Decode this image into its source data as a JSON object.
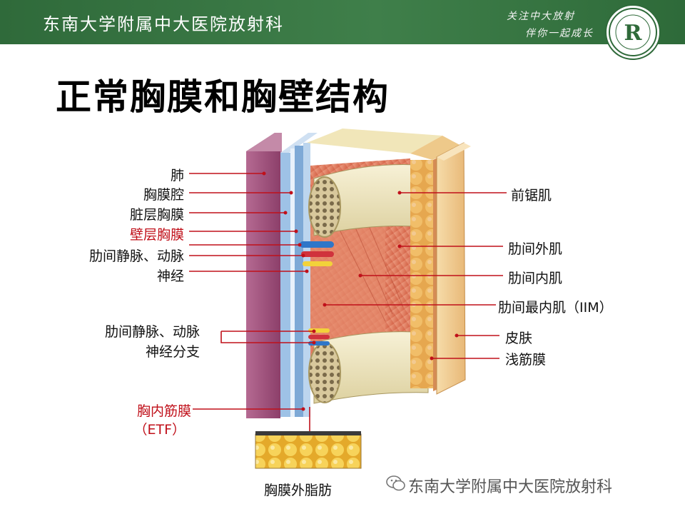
{
  "header": {
    "title": "东南大学附属中大医院放射科",
    "slogan_line1": "关注中大放射",
    "slogan_line2": "伴你一起成长",
    "logo_letter": "R"
  },
  "slide_title": "正常胸膜和胸壁结构",
  "labels_left": [
    {
      "text": "肺"
    },
    {
      "text": "胸膜腔"
    },
    {
      "text": "脏层胸膜"
    },
    {
      "text": "壁层胸膜"
    },
    {
      "text": "肋间静脉、动脉"
    },
    {
      "text": "神经"
    },
    {
      "text": "肋间静脉、动脉"
    },
    {
      "text": "神经分支"
    },
    {
      "text": "胸内筋膜"
    },
    {
      "text": "（ETF）"
    }
  ],
  "labels_right": [
    {
      "text": "前锯肌"
    },
    {
      "text": "肋间外肌"
    },
    {
      "text": "肋间内肌"
    },
    {
      "text": "肋间最内肌（IIM）"
    },
    {
      "text": "皮肤"
    },
    {
      "text": "浅筋膜"
    }
  ],
  "bottom_label": "胸膜外脂肪",
  "watermark": "东南大学附属中大医院放射科",
  "colors": {
    "header_green": "#3a7a45",
    "highlight_red": "#c0101a",
    "leader_line": "#c0101a",
    "lung": "#9c4a78",
    "pleura_blue": "#8fb5de",
    "rib_bone": "#efe6c0",
    "muscle": "#e07a5a",
    "fat_yellow": "#f2c03a",
    "skin": "#f3d29a"
  }
}
